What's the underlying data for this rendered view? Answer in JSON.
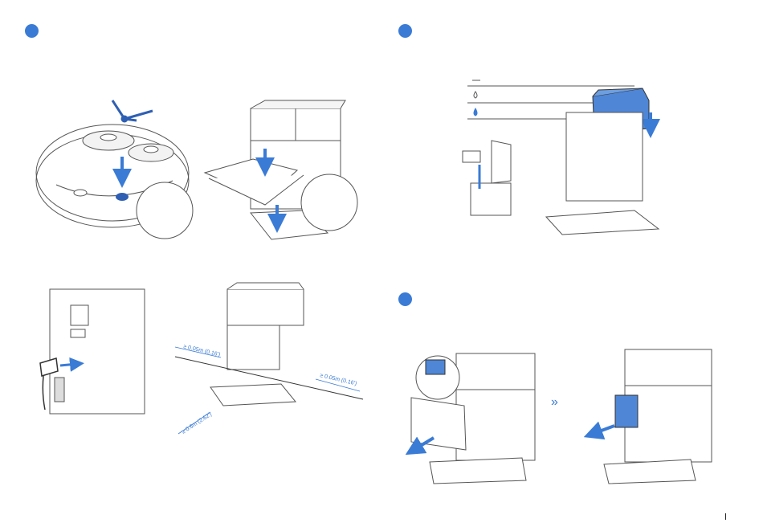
{
  "steps": [
    {
      "id": "step-1"
    },
    {
      "id": "step-2"
    },
    {
      "id": "step-3"
    }
  ],
  "water_legend": [
    {
      "icon": "line-icon"
    },
    {
      "icon": "water-drop-outline-icon"
    },
    {
      "icon": "water-drop-filled-icon"
    }
  ],
  "clearances": {
    "left_side": "≥ 0.05m (0.16')",
    "right_side": "≥ 0.05m (0.16')",
    "front": "≥ 0.6m (2.62')"
  },
  "colors": {
    "accent": "#3a7bd5",
    "line": "#555555",
    "tank_fill": "#4f86d6"
  }
}
